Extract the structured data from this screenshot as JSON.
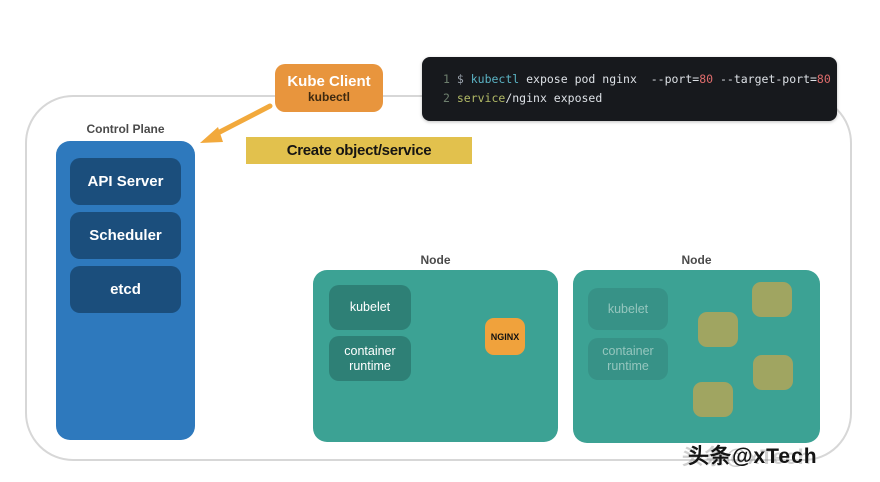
{
  "terminal": {
    "line1": {
      "lineno": "1 ",
      "prompt": "$ ",
      "command": "kubectl ",
      "args": "expose pod nginx  ",
      "flag1": "--port=",
      "value1": "80",
      "flag2": " --target-port=",
      "value2": "80"
    },
    "line2": {
      "lineno": "2 ",
      "service": "service",
      "rest": "/nginx exposed"
    }
  },
  "kube_client": {
    "title": "Kube Client",
    "subtitle": "kubectl"
  },
  "action_banner": {
    "label": "Create object/service"
  },
  "control_plane": {
    "label": "Control Plane",
    "components": [
      "API Server",
      "Scheduler",
      "etcd"
    ]
  },
  "nodes": [
    {
      "label": "Node",
      "kubelet": "kubelet",
      "runtime": "container runtime",
      "pod_label": "NGINX"
    },
    {
      "label": "Node",
      "kubelet": "kubelet",
      "runtime": "container runtime"
    }
  ],
  "watermark": "头条@xTech",
  "colors": {
    "control_plane_bg": "#2e79bd",
    "control_plane_item_bg": "#1b4e7c",
    "node_bg": "#3ca294",
    "node_item_bg": "#2e8076",
    "kube_client_bg": "#e8953d",
    "banner_bg": "#e2c14d",
    "nginx_bg": "#f0a23c",
    "pod_bg": "#a9a55c",
    "arrow": "#f2a93c",
    "terminal_bg": "#17191d"
  }
}
